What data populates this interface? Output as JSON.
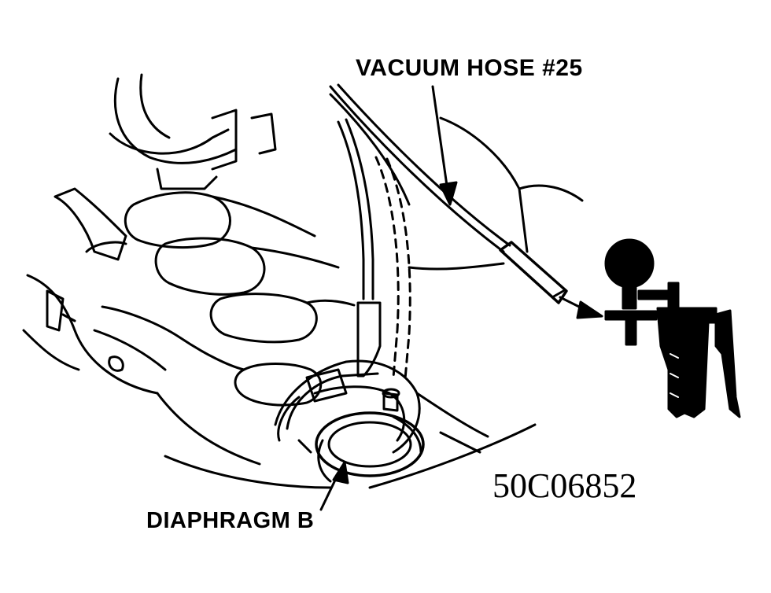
{
  "labels": {
    "vacuum_hose": "VACUUM HOSE #25",
    "diaphragm": "DIAPHRAGM B",
    "figure_code": "50C06852"
  },
  "colors": {
    "ink": "#000000",
    "paper": "#ffffff"
  }
}
